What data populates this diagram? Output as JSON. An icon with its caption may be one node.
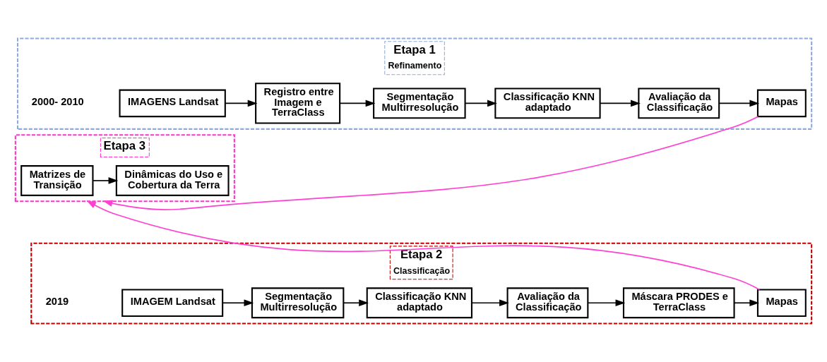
{
  "diagram": {
    "nodes": [
      {
        "text": [
          "Etapa 1",
          "Refinamento"
        ],
        "beside": [
          "2000- 2010"
        ]
      },
      {
        "text": [
          "IMAGENS Landsat"
        ],
        "in": 0
      },
      {
        "text": [
          "Registro entre Imagem e TerraClass"
        ],
        "in": 0
      },
      {
        "text": [
          "Segmentação Multirresolução"
        ],
        "in": 0
      },
      {
        "text": [
          "Classificação KNN adaptado"
        ],
        "in": 0
      },
      {
        "text": [
          "Avaliação da Classificação"
        ],
        "in": 0
      },
      {
        "text": [
          "Mapas"
        ],
        "in": 0
      },
      {
        "text": [
          "Etapa 2",
          "Classificação"
        ],
        "beside": [
          "2019"
        ]
      },
      {
        "text": [
          "IMAGEM Landsat"
        ],
        "in": 7
      },
      {
        "text": [
          "Segmentação Multirresolução"
        ],
        "in": 7
      },
      {
        "text": [
          "Classificação KNN adaptado"
        ],
        "in": 7
      },
      {
        "text": [
          "Avaliação da Classificação"
        ],
        "in": 7
      },
      {
        "text": [
          "Máscara PRODES e TerraClass"
        ],
        "in": 7
      },
      {
        "text": [
          "Mapas"
        ],
        "in": 7
      },
      {
        "text": [
          "Etapa 3"
        ]
      },
      {
        "text": [
          "Matrizes de Transição"
        ],
        "in": 14
      },
      {
        "text": [
          "Dinâmicas do Uso e Cobertura da Terra"
        ],
        "in": 14
      }
    ],
    "edges": [
      {
        "from": 1,
        "to": 2,
        "arrow": "to"
      },
      {
        "from": 2,
        "to": 3,
        "arrow": "to"
      },
      {
        "from": 3,
        "to": 4,
        "arrow": "to"
      },
      {
        "from": 4,
        "to": 5,
        "arrow": "to"
      },
      {
        "from": 5,
        "to": 6,
        "arrow": "to"
      },
      {
        "from": 8,
        "to": 9,
        "arrow": "to"
      },
      {
        "from": 9,
        "to": 10,
        "arrow": "to"
      },
      {
        "from": 10,
        "to": 11,
        "arrow": "to"
      },
      {
        "from": 11,
        "to": 12,
        "arrow": "to"
      },
      {
        "from": 12,
        "to": 13,
        "arrow": "to"
      },
      {
        "from": 6,
        "to": 14,
        "arrow": "to",
        "color": "#ff40d0"
      },
      {
        "from": 13,
        "to": 14,
        "arrow": "to",
        "color": "#ff40d0"
      },
      {
        "from": 15,
        "to": 16,
        "arrow": "to"
      }
    ]
  }
}
